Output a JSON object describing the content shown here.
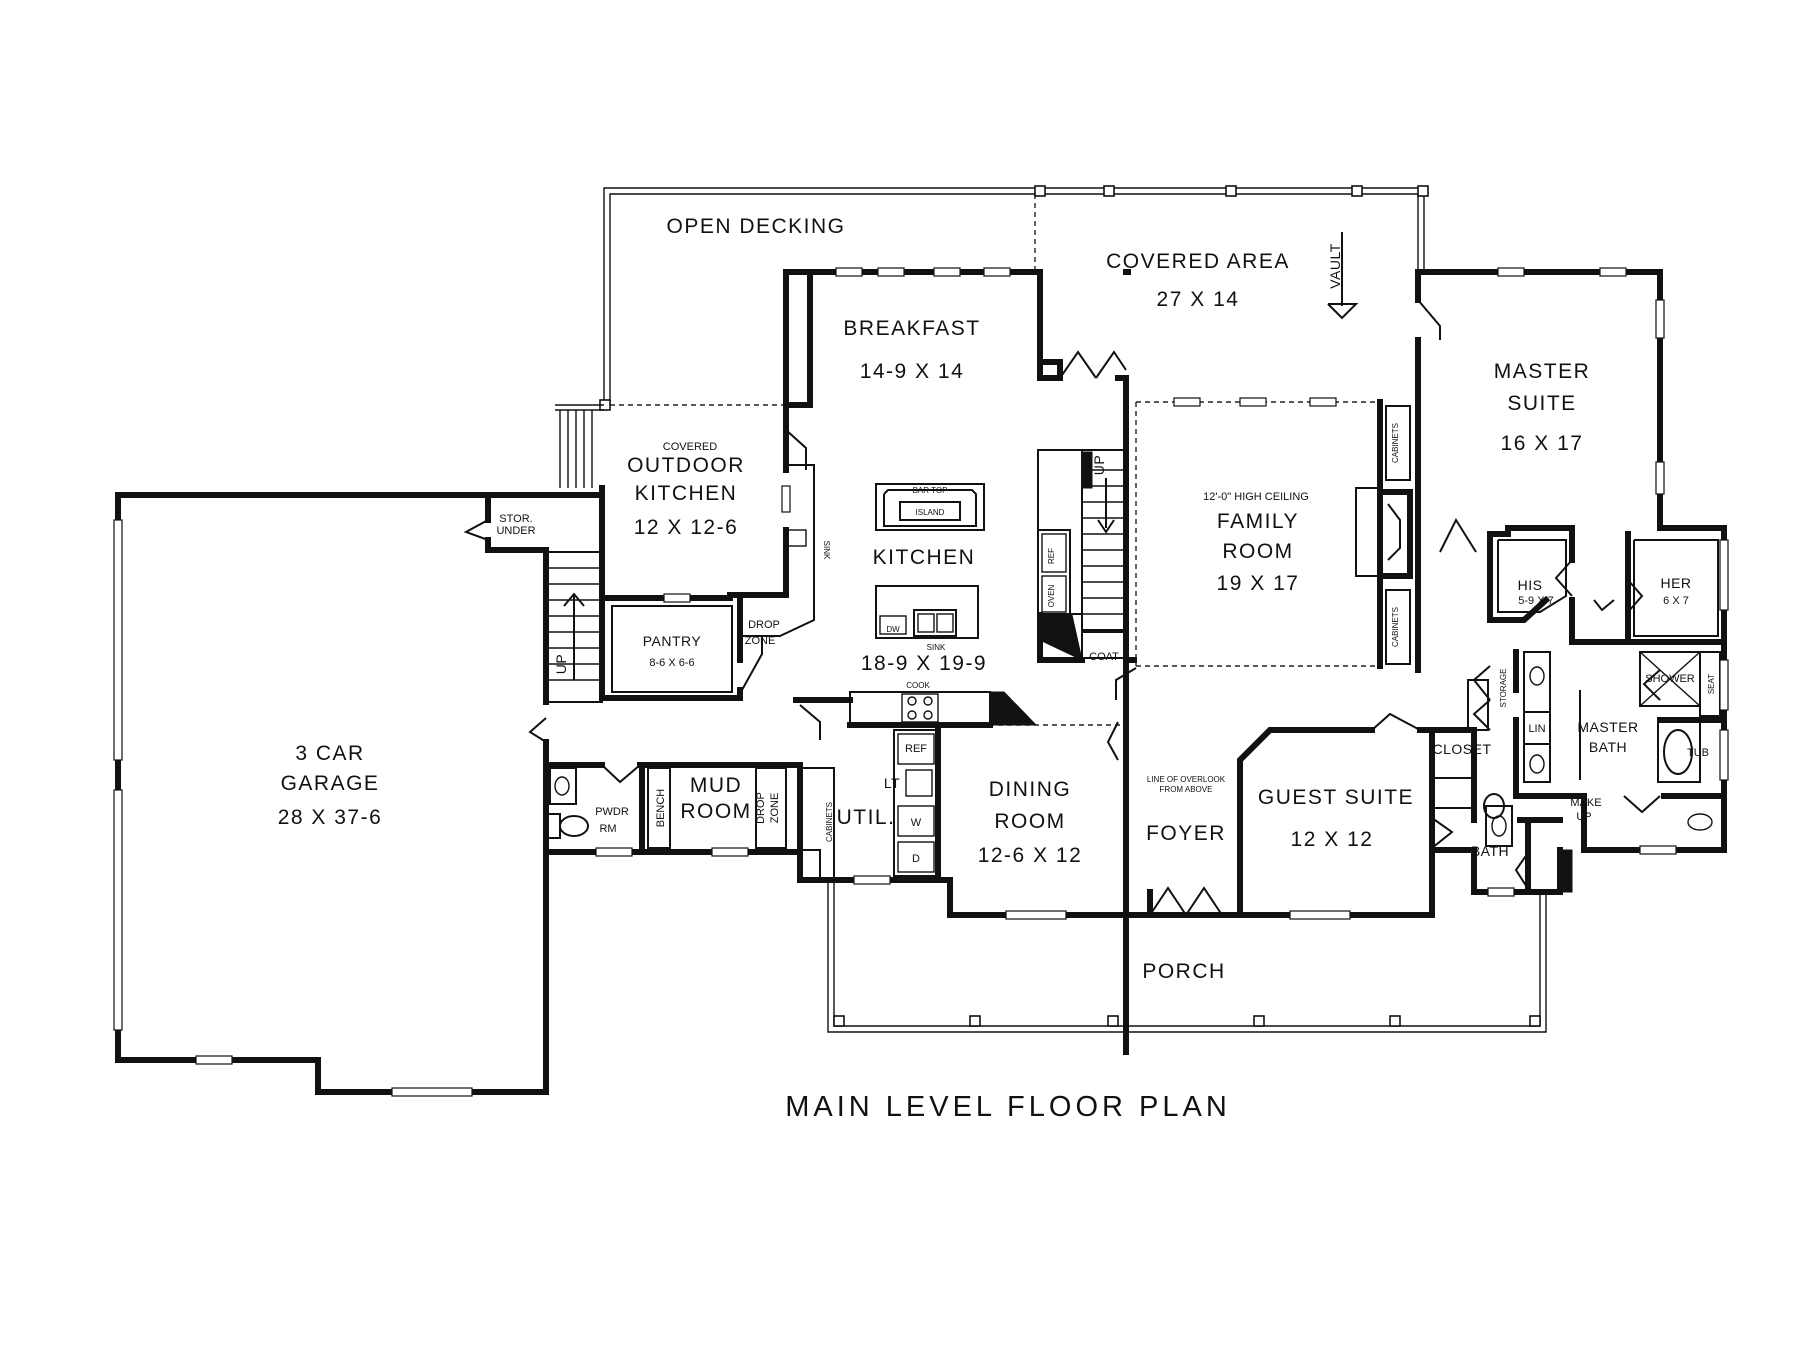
{
  "title": "MAIN LEVEL FLOOR PLAN",
  "rooms": {
    "open_decking": "OPEN DECKING",
    "covered_area": {
      "name": "COVERED AREA",
      "size": "27 X 14"
    },
    "vault": "VAULT",
    "breakfast": {
      "name": "BREAKFAST",
      "size": "14-9 X 14"
    },
    "master_suite": {
      "name1": "MASTER",
      "name2": "SUITE",
      "size": "16 X 17"
    },
    "outdoor_kitchen": {
      "note": "COVERED",
      "name1": "OUTDOOR",
      "name2": "KITCHEN",
      "size": "12 X 12-6"
    },
    "kitchen": {
      "name": "KITCHEN",
      "size": "18-9 X 19-9"
    },
    "family_room": {
      "note": "12'-0\" HIGH CEILING",
      "name1": "FAMILY",
      "name2": "ROOM",
      "size": "19 X 17"
    },
    "pantry": {
      "name": "PANTRY",
      "size": "8-6 X 6-6"
    },
    "garage": {
      "name1": "3 CAR",
      "name2": "GARAGE",
      "size": "28 X 37-6"
    },
    "mud_room": {
      "name1": "MUD",
      "name2": "ROOM"
    },
    "util": "UTIL.",
    "dining_room": {
      "name1": "DINING",
      "name2": "ROOM",
      "size": "12-6 X 12"
    },
    "foyer": "FOYER",
    "guest_suite": {
      "name": "GUEST SUITE",
      "size": "12 X 12"
    },
    "master_bath": {
      "name1": "MASTER",
      "name2": "BATH"
    },
    "bath": "BATH",
    "porch": "PORCH",
    "his": {
      "name": "HIS",
      "size": "5-9 X 7"
    },
    "her": {
      "name": "HER",
      "size": "6 X 7"
    }
  },
  "fixtures": {
    "bar_top": "BAR TOP",
    "island": "ISLAND",
    "sink": "SINK",
    "dw": "DW",
    "cook": "COOK",
    "ref": "REF",
    "oven": "OVEN",
    "up": "UP",
    "coat": "COAT",
    "cabinets": "CABINETS",
    "drop": "DROP",
    "zone": "ZONE",
    "stor": "STOR.",
    "under": "UNDER",
    "pwdr": "PWDR",
    "rm": "RM",
    "bench": "BENCH",
    "lt": "LT",
    "w": "W",
    "d": "D",
    "closet": "CLOSET",
    "storage": "STORAGE",
    "lin": "LIN",
    "shower": "SHOWER",
    "seat": "SEAT",
    "tub": "TUB",
    "make": "MAKE",
    "make_up": "UP",
    "overlook1": "LINE OF OVERLOOK",
    "overlook2": "FROM ABOVE"
  }
}
